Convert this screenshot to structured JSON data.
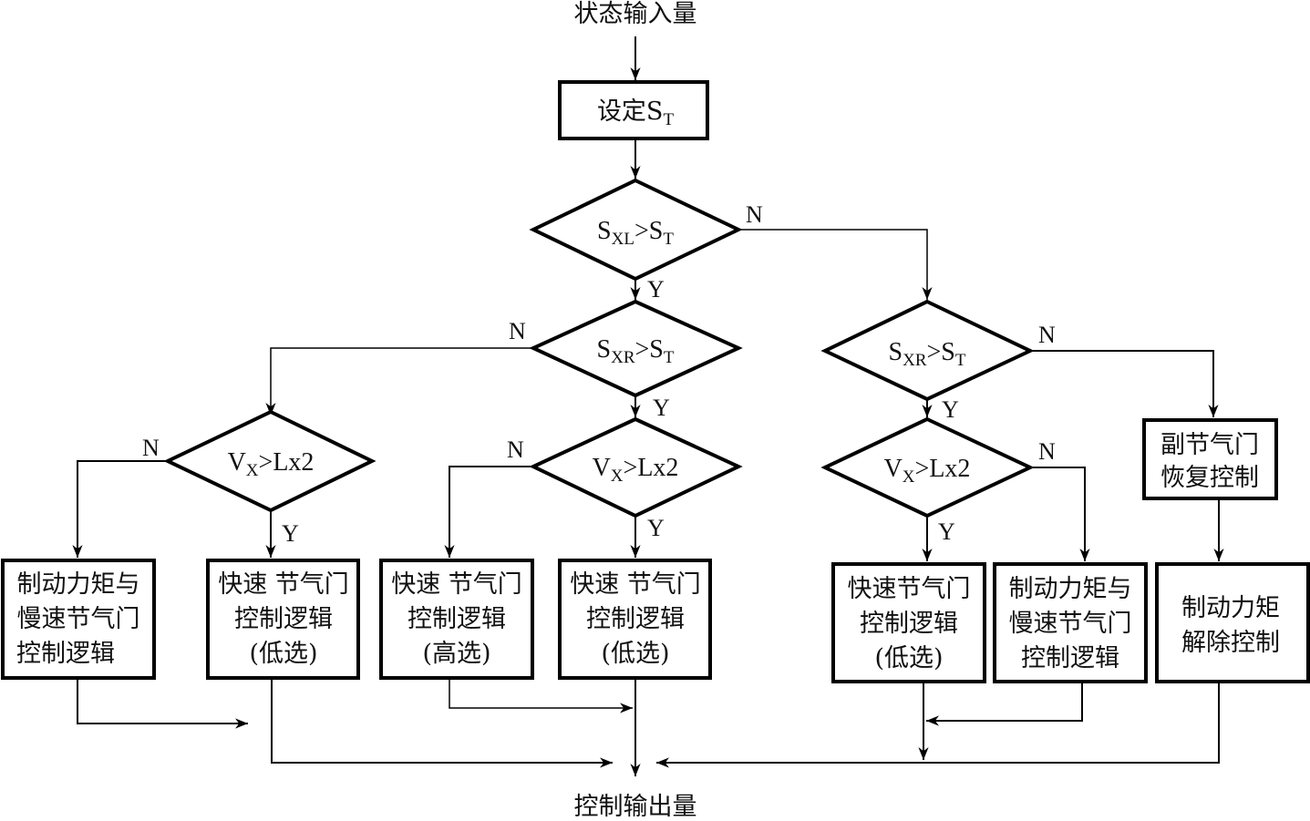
{
  "diagram": {
    "input_label": "状态输入量",
    "output_label": "控制输出量",
    "set_box": {
      "text": "设定S",
      "sub": "T"
    },
    "decisions": {
      "d1": {
        "lhs": "S",
        "lhs_sub": "XL",
        "op": ">",
        "rhs": "S",
        "rhs_sub": "T",
        "yes": "Y",
        "no": "N"
      },
      "d2": {
        "lhs": "S",
        "lhs_sub": "XR",
        "op": ">",
        "rhs": "S",
        "rhs_sub": "T",
        "yes": "Y",
        "no": "N"
      },
      "d3": {
        "lhs": "S",
        "lhs_sub": "XR",
        "op": ">",
        "rhs": "S",
        "rhs_sub": "T",
        "yes": "Y",
        "no": "N"
      },
      "d4": {
        "lhs": "V",
        "lhs_sub": "X",
        "op": ">",
        "rhs": "Lx2",
        "yes": "Y",
        "no": "N"
      },
      "d5": {
        "lhs": "V",
        "lhs_sub": "X",
        "op": ">",
        "rhs": "Lx2",
        "yes": "Y",
        "no": "N"
      },
      "d6": {
        "lhs": "V",
        "lhs_sub": "X",
        "op": ">",
        "rhs": "Lx2",
        "yes": "Y",
        "no": "N"
      }
    },
    "boxes": {
      "b1": [
        "制动力矩与",
        "慢速节气门",
        "控制逻辑"
      ],
      "b2": [
        "快速 节气门",
        "控制逻辑",
        "(低选)"
      ],
      "b3": [
        "快速 节气门",
        "控制逻辑",
        "(高选)"
      ],
      "b4": [
        "快速 节气门",
        "控制逻辑",
        "(低选)"
      ],
      "b5": [
        "快速节气门",
        "控制逻辑",
        "(低选)"
      ],
      "b6": [
        "制动力矩与",
        "慢速节气门",
        "控制逻辑"
      ],
      "b7": [
        "副节气门",
        "恢复控制"
      ],
      "b8": [
        "制动力矩",
        "解除控制"
      ]
    }
  }
}
